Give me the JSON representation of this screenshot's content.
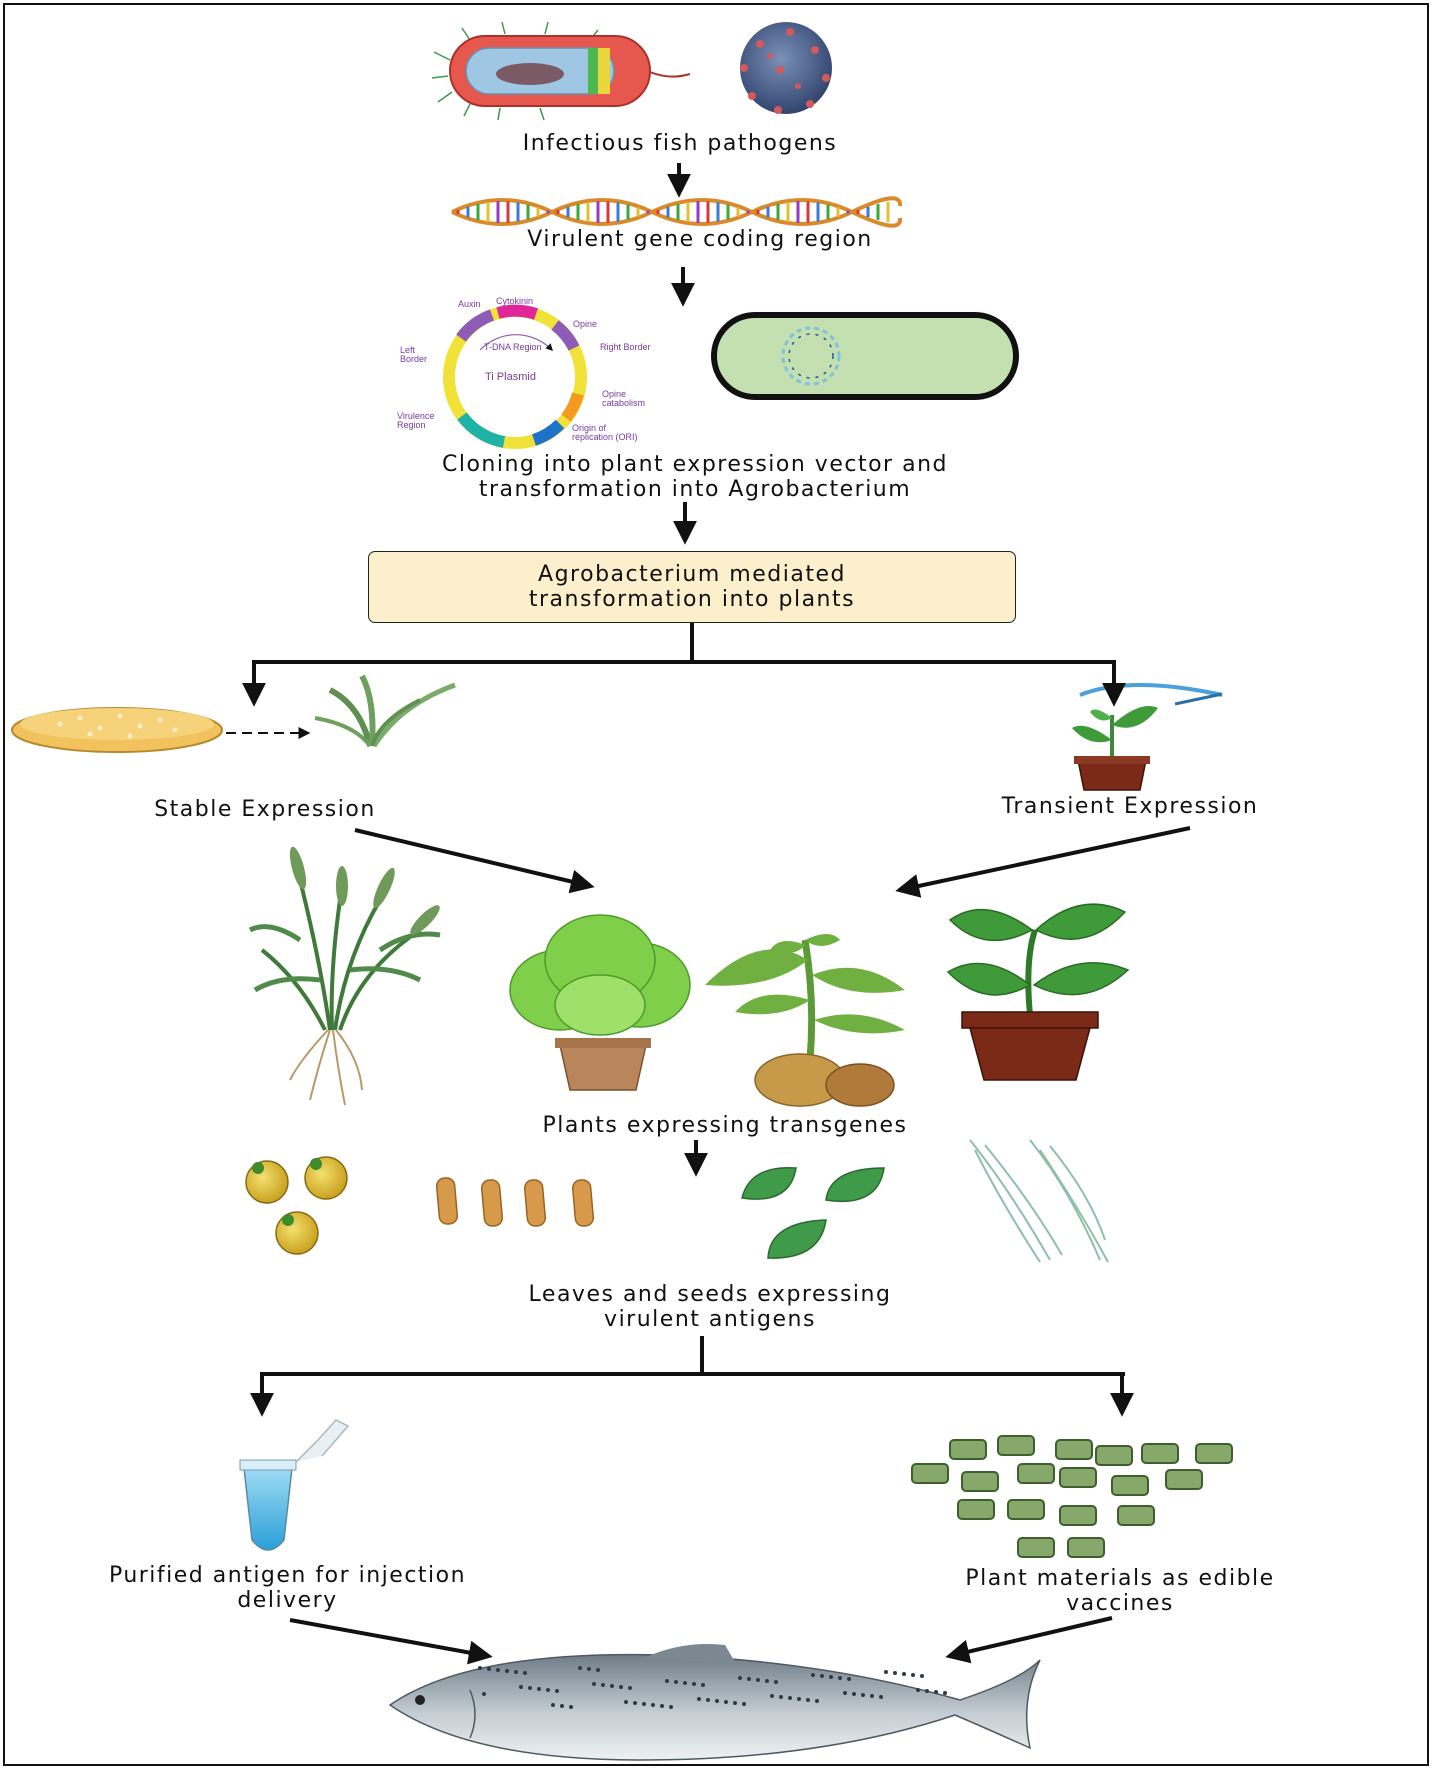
{
  "labels": {
    "pathogens": "Infectious fish  pathogens",
    "gene": "Virulent gene coding  region",
    "cloning": "Cloning  into plant expression vector and\ntransformation into Agrobacterium",
    "agro_box": "Agrobacterium mediated\ntransformation into plants",
    "stable": "Stable Expression",
    "transient": "Transient Expression",
    "plants": "Plants expressing transgenes",
    "leaves_seeds": "Leaves and seeds expressing\nvirulent antigens",
    "purified": "Purified antigen for injection\ndelivery",
    "edible": "Plant materials as edible\nvaccines"
  },
  "plasmid": {
    "title": "Ti Plasmid",
    "tdna": "T-DNA Region",
    "auxin": "Auxin",
    "cytokinin": "Cytokinin",
    "opine": "Opine",
    "right_border": "Right Border",
    "left_border": "Left\nBorder",
    "opine_catabolism": "Opine\ncatabolism",
    "virulence": "Virulence\nRegion",
    "ori": "Origin of\nreplication (ORI)"
  },
  "colors": {
    "box_fill": "#fcefcb",
    "leaf_green": "#3f9a3a",
    "pot_brown": "#7a2a16",
    "pellet_green": "#86a86a"
  }
}
